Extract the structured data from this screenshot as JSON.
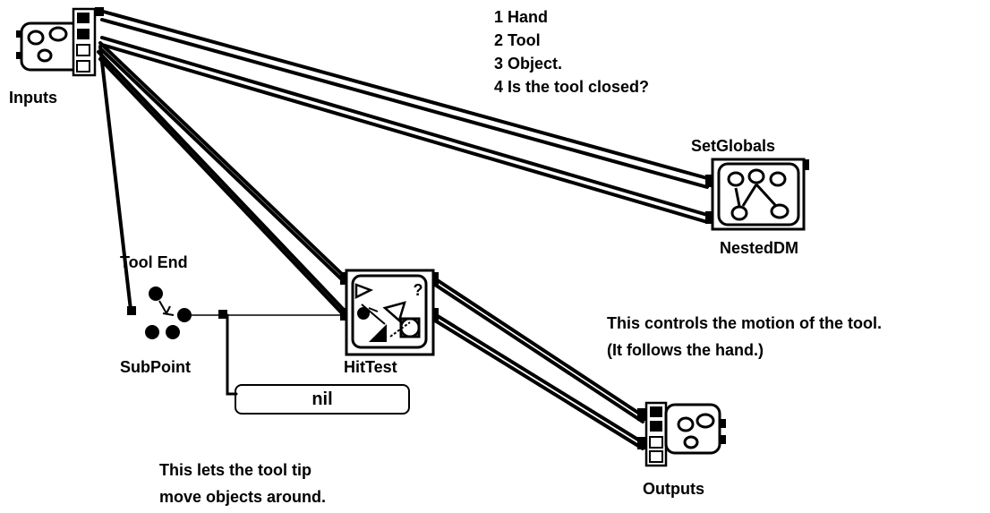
{
  "diagram": {
    "nodes": {
      "inputs": "Inputs",
      "set_globals": "SetGlobals",
      "nested_dm": "NestedDM",
      "tool_end": "Tool End",
      "sub_point": "SubPoint",
      "hit_test": "HitTest",
      "hit_test_badge": "?",
      "outputs": "Outputs"
    },
    "nil_field": "nil",
    "input_legend": [
      "1 Hand",
      "2 Tool",
      "3 Object.",
      "4 Is the tool closed?"
    ],
    "motion_note": [
      "This controls the motion of the tool.",
      "(It follows the hand.)"
    ],
    "tip_note": [
      "This lets the tool tip",
      "move objects around."
    ]
  }
}
